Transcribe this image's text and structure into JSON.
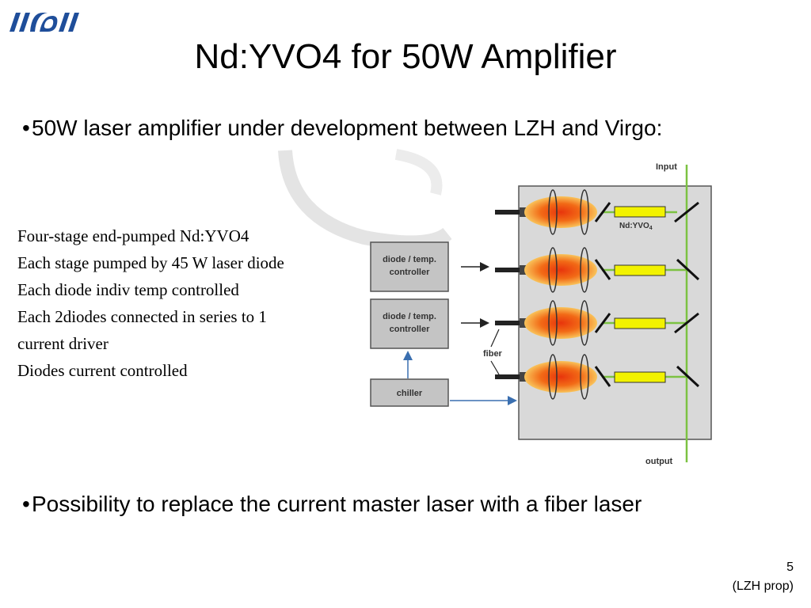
{
  "slide": {
    "title": "Nd:YVO4 for 50W Amplifier",
    "bullets": [
      "50W laser amplifier under development between LZH and Virgo:",
      "Possibility to replace the current master laser with a fiber laser"
    ],
    "bullet_marker": "•",
    "details": [
      "Four-stage end-pumped Nd:YVO4",
      "Each stage pumped by 45 W laser diode",
      "Each diode indiv temp controlled",
      "Each 2diodes connected in series to 1",
      "current driver",
      "Diodes current controlled"
    ],
    "page_number": "5",
    "footer_note": "(LZH prop)"
  },
  "diagram": {
    "input_label": "Input",
    "output_label": "output",
    "crystal_label": "Nd:YVO",
    "crystal_subscript": "4",
    "controller_label_line1": "diode / temp.",
    "controller_label_line2": "controller",
    "fiber_label": "fiber",
    "chiller_label": "chiller",
    "colors": {
      "housing": "#d9d9d9",
      "beam": "#7cc242",
      "crystal": "#f2f200",
      "pump_hot": "#e8350c",
      "pump_warm": "#f7a21b",
      "arrow": "#3a6fb0",
      "box": "#c4c4c4"
    }
  },
  "logo": {
    "icon": "institute-logo"
  }
}
